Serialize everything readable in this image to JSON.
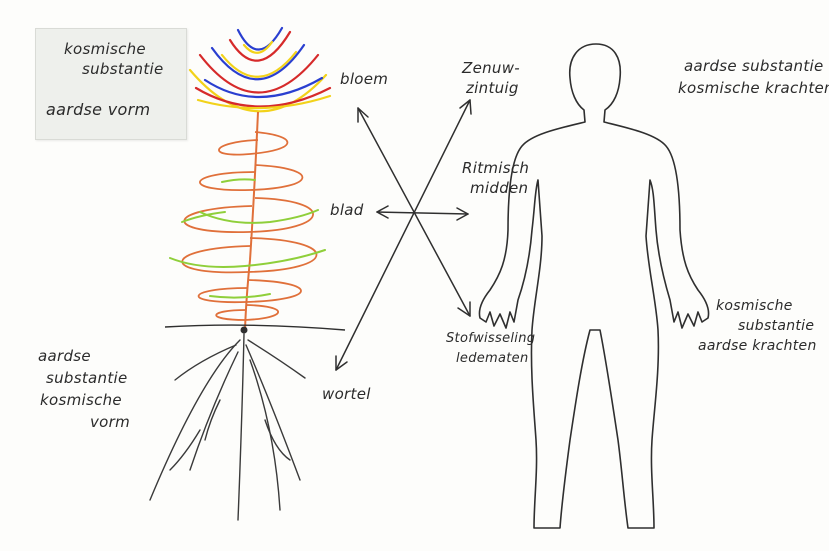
{
  "note": {
    "line1": "kosmische",
    "line2": "substantie",
    "line3": "aardse vorm"
  },
  "plant_labels": {
    "bloem": "bloem",
    "blad": "blad",
    "wortel": "wortel"
  },
  "root_text": {
    "line1": "aardse",
    "line2": "substantie",
    "line3": "kosmische",
    "line4": "vorm"
  },
  "human_labels": {
    "zenuw_line1": "Zenuw-",
    "zenuw_line2": "zintuig",
    "ritmisch_line1": "Ritmisch",
    "ritmisch_line2": "midden",
    "stof_line1": "Stofwisseling",
    "stof_line2": "ledematen"
  },
  "top_right": {
    "line1": "aardse substantie",
    "line2": "kosmische krachten"
  },
  "right_side": {
    "line1": "kosmische",
    "line2": "substantie",
    "line3": "aardse krachten"
  },
  "colors": {
    "pencil": "#2f2f2f",
    "orange": "#e0703a",
    "green": "#8fcf3a",
    "red": "#d62a2a",
    "blue": "#2a3fd0",
    "yellow": "#f2d21a"
  }
}
